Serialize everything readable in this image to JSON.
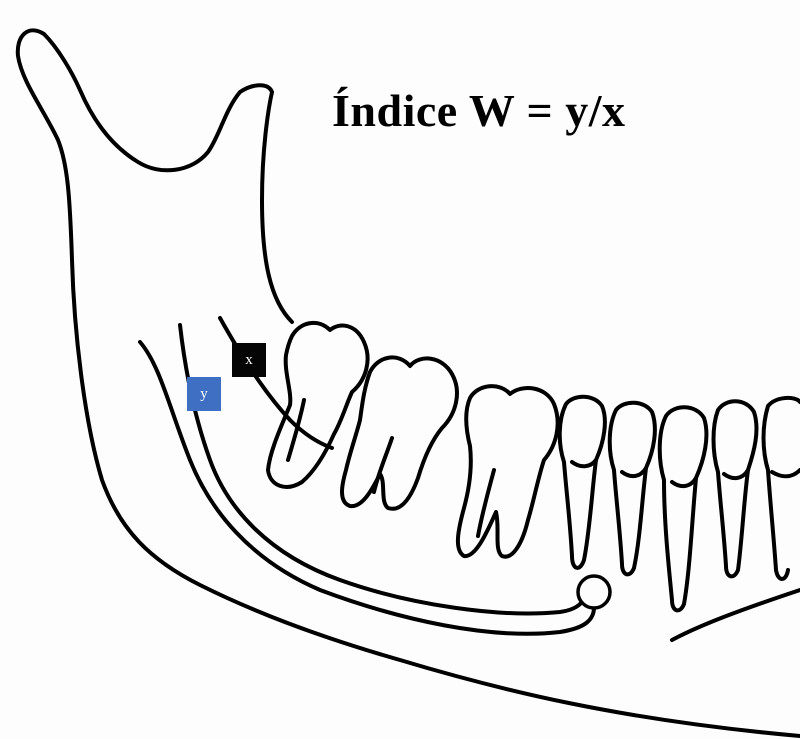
{
  "title": "Índice W = y/x",
  "markers": {
    "x": {
      "label": "x",
      "color": "#050505"
    },
    "y": {
      "label": "y",
      "color": "#3e6fc3"
    }
  },
  "colors": {
    "line": "#000000",
    "background": "#fdfdfd"
  }
}
